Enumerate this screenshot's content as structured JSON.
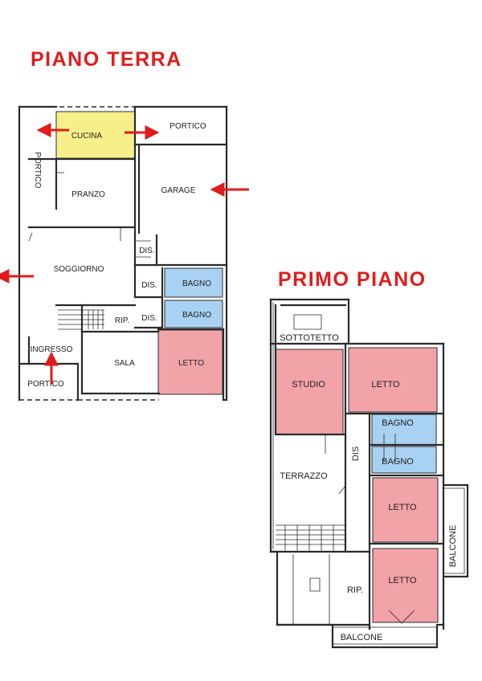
{
  "colors": {
    "title": "#e21b1b",
    "arrow": "#e21b1b",
    "wall": "#2b2b2b",
    "kitchen": "#f7f08a",
    "bath": "#a9d2f2",
    "bedroom": "#f2a3a8"
  },
  "ground_floor": {
    "title": "PIANO TERRA",
    "rooms": {
      "cucina": "CUCINA",
      "portico_top": "PORTICO",
      "portico_left": "PORTICO",
      "pranzo": "PRANZO",
      "garage": "GARAGE",
      "soggiorno": "SOGGIORNO",
      "dis_1": "DIS.",
      "dis_2": "DIS.",
      "dis_3": "DIS.",
      "bagno_1": "BAGNO",
      "bagno_2": "BAGNO",
      "rip": "RIP.",
      "ingresso": "INGRESSO",
      "sala": "SALA",
      "letto": "LETTO",
      "portico_bottom": "PORTICO"
    }
  },
  "first_floor": {
    "title": "PRIMO PIANO",
    "rooms": {
      "sottotetto": "SOTTOTETTO",
      "studio": "STUDIO",
      "letto_1": "LETTO",
      "bagno_1": "BAGNO",
      "dis": "DIS",
      "bagno_2": "BAGNO",
      "terrazzo": "TERRAZZO",
      "letto_2": "LETTO",
      "balcone_right": "BALCONE",
      "letto_3": "LETTO",
      "rip": "RIP.",
      "balcone_bottom": "BALCONE"
    }
  }
}
